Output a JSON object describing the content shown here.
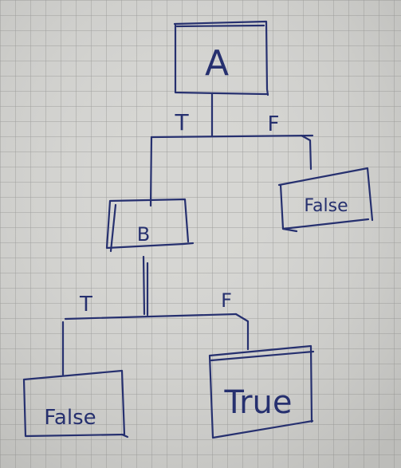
{
  "diagram": {
    "type": "decision-tree",
    "ink_color": "#26306f",
    "grid_color": "#9a9a98",
    "paper_color": "#d6d6d3",
    "nodes": {
      "a": "A",
      "b": "B",
      "false_top": "False",
      "false_bottom": "False",
      "true_bottom": "True"
    },
    "edges": {
      "a_true": "T",
      "a_false": "F",
      "b_true": "T",
      "b_false": "F"
    }
  }
}
